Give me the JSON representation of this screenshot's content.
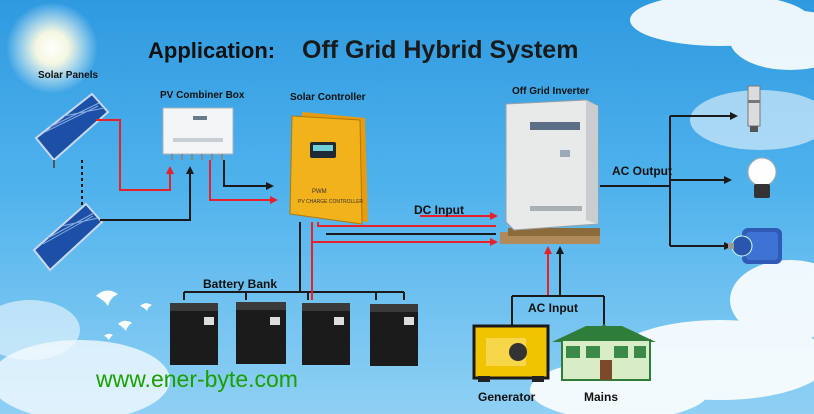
{
  "title": {
    "prefix": "Application:",
    "main": "Off Grid Hybrid System"
  },
  "labels": {
    "solar_panels": "Solar Panels",
    "pv_combiner_box": "PV Combiner Box",
    "solar_controller": "Solar Controller",
    "off_grid_inverter": "Off Grid Inverter",
    "ac_output": "AC Output",
    "dc_input": "DC Input",
    "battery_bank": "Battery Bank",
    "ac_input": "AC Input",
    "generator": "Generator",
    "mains": "Mains"
  },
  "website": "www.ener-byte.com",
  "colors": {
    "dc_line": "#e8202a",
    "ac_line": "#1a1a1a",
    "controller": "#f2b21c",
    "website": "#1aa000"
  }
}
